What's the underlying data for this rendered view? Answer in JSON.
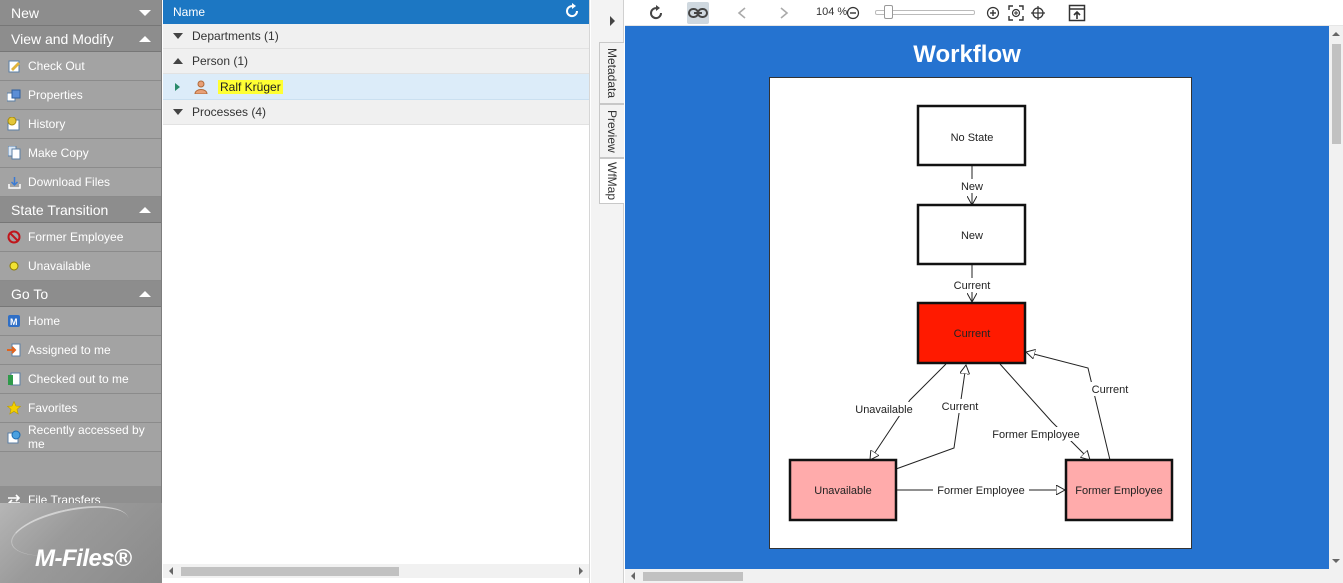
{
  "taskpane": {
    "new_header": "New",
    "view_modify_header": "View and Modify",
    "view_modify_items": [
      {
        "label": "Check Out",
        "icon": "check-out-icon"
      },
      {
        "label": "Properties",
        "icon": "properties-icon"
      },
      {
        "label": "History",
        "icon": "history-icon"
      },
      {
        "label": "Make Copy",
        "icon": "make-copy-icon"
      },
      {
        "label": "Download Files",
        "icon": "download-icon"
      }
    ],
    "state_transition_header": "State Transition",
    "state_transition_items": [
      {
        "label": "Former Employee",
        "icon": "no-entry-icon"
      },
      {
        "label": "Unavailable",
        "icon": "yellow-dot-icon"
      }
    ],
    "goto_header": "Go To",
    "goto_items": [
      {
        "label": "Home",
        "icon": "home-icon"
      },
      {
        "label": "Assigned to me",
        "icon": "assigned-icon"
      },
      {
        "label": "Checked out to me",
        "icon": "checked-out-icon"
      },
      {
        "label": "Favorites",
        "icon": "star-icon"
      },
      {
        "label": "Recently accessed by me",
        "icon": "recent-icon"
      }
    ],
    "file_transfers": "File Transfers",
    "logo_text": "M-Files®"
  },
  "listing": {
    "column_name": "Name",
    "groups": [
      {
        "label": "Departments (1)",
        "expanded": false
      },
      {
        "label": "Person (1)",
        "expanded": true
      },
      {
        "label": "Processes (4)",
        "expanded": false
      }
    ],
    "person_item": "Ralf Krüger"
  },
  "sidetabs": {
    "metadata": "Metadata",
    "preview": "Preview",
    "wfmap": "WfMap"
  },
  "toolbar": {
    "zoom_text": "104 %"
  },
  "workflow": {
    "title": "Workflow",
    "states": {
      "no_state": "No State",
      "new": "New",
      "current": "Current",
      "unavailable": "Unavailable",
      "former_employee": "Former Employee"
    },
    "transitions": {
      "nostate_to_new": "New",
      "new_to_current": "Current",
      "current_to_unavailable": "Unavailable",
      "unavailable_to_current": "Current",
      "current_to_former": "Former Employee",
      "former_to_current": "Current",
      "unavailable_to_former": "Former Employee"
    },
    "colors": {
      "current_fill": "#ff1a00",
      "terminal_fill": "#ffabab",
      "canvas_bg": "#2573d0"
    }
  }
}
